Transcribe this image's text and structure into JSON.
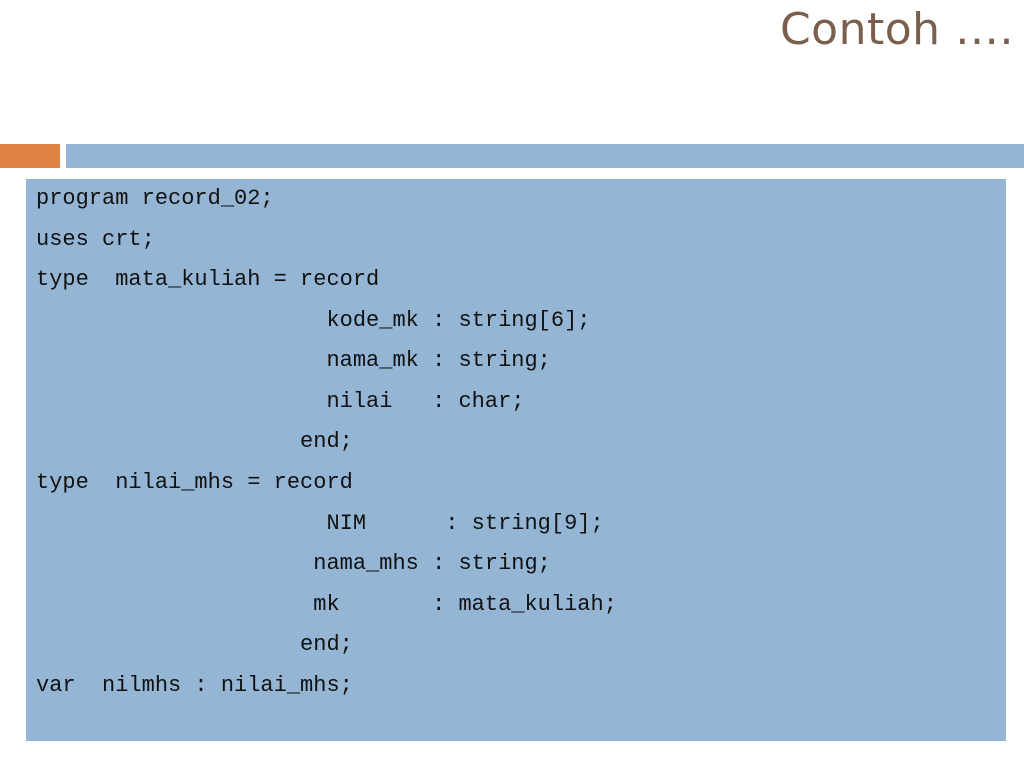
{
  "slide": {
    "title": "Contoh …."
  },
  "code": {
    "lines": [
      "program record_02;",
      "uses crt;",
      "type  mata_kuliah = record",
      "                      kode_mk : string[6];",
      "                      nama_mk : string;",
      "                      nilai   : char;",
      "                    end;",
      "type  nilai_mhs = record",
      "                      NIM      : string[9];",
      "                     nama_mhs : string;",
      "                     mk       : mata_kuliah;",
      "                    end;",
      "var  nilmhs : nilai_mhs;"
    ]
  }
}
